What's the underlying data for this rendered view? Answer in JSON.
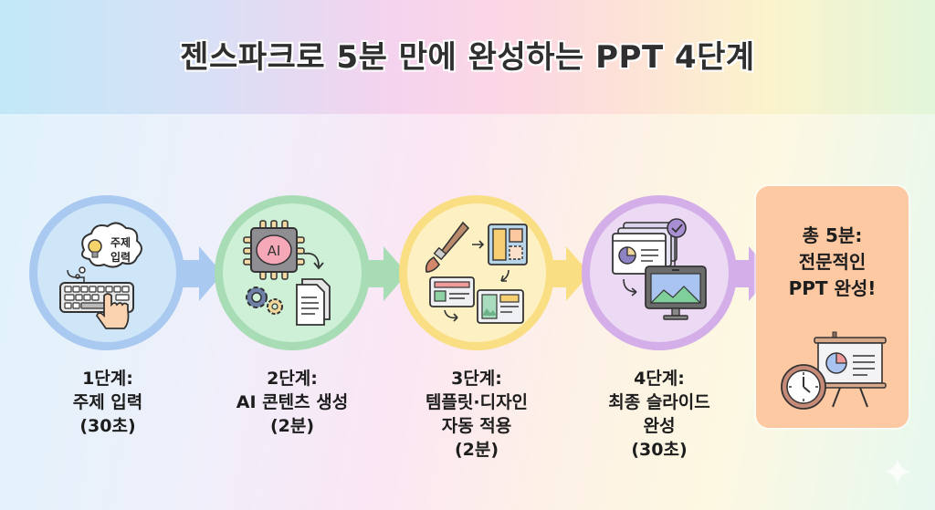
{
  "title": "젠스파크로 5분 만에 완성하는 PPT 4단계",
  "colors": {
    "step1": "#a9c9f0",
    "step2": "#a7dcb5",
    "step3": "#f9de83",
    "step4": "#d3aee8",
    "final": "#fdc9a3",
    "text": "#1d1d1d"
  },
  "steps": [
    {
      "icon": "keyboard-idea-icon",
      "bubble_text_1": "주제",
      "bubble_text_2": "입력",
      "label_line1": "1단계:",
      "label_line2": "주제 입력",
      "label_line3": "(30초)"
    },
    {
      "icon": "ai-chip-document-icon",
      "chip_text": "AI",
      "label_line1": "2단계:",
      "label_line2": "AI 콘텐츠 생성",
      "label_line3": "(2분)"
    },
    {
      "icon": "design-template-icon",
      "label_line1": "3단계:",
      "label_line2": "템플릿·디자인",
      "label_line3": "자동 적용",
      "label_line4": "(2분)"
    },
    {
      "icon": "slides-monitor-icon",
      "label_line1": "4단계:",
      "label_line2": "최종 슬라이드",
      "label_line3": "완성",
      "label_line4": "(30초)"
    }
  ],
  "final": {
    "line1": "총 5분:",
    "line2": "전문적인",
    "line3": "PPT 완성!",
    "icon": "clock-presentation-icon"
  }
}
